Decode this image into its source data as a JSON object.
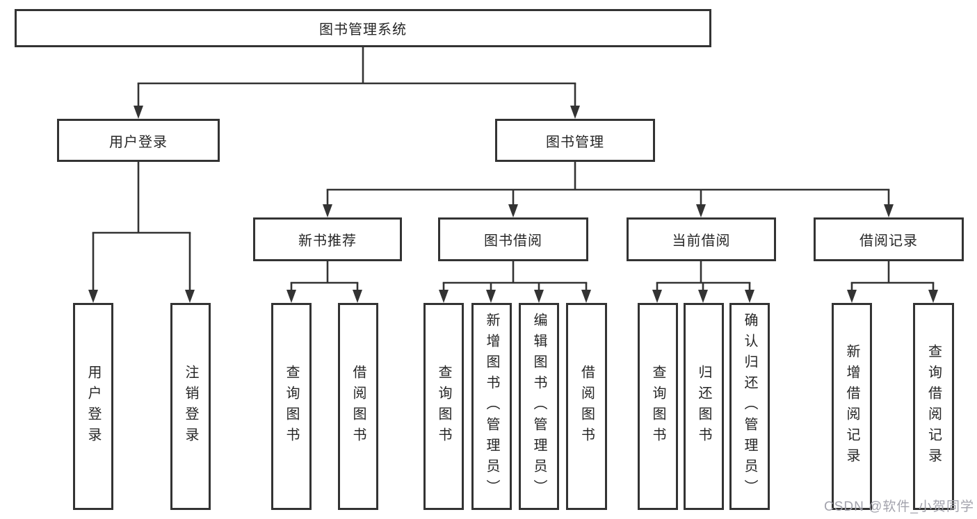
{
  "tree": {
    "root": {
      "label": "图书管理系统"
    },
    "branches": [
      {
        "label": "用户登录",
        "children": [
          {
            "label": "用户登录"
          },
          {
            "label": "注销登录"
          }
        ]
      },
      {
        "label": "图书管理",
        "children": [
          {
            "label": "新书推荐",
            "children": [
              {
                "label": "查询图书"
              },
              {
                "label": "借阅图书"
              }
            ]
          },
          {
            "label": "图书借阅",
            "children": [
              {
                "label": "查询图书"
              },
              {
                "label": "新增图书（管理员）"
              },
              {
                "label": "编辑图书（管理员）"
              },
              {
                "label": "借阅图书"
              }
            ]
          },
          {
            "label": "当前借阅",
            "children": [
              {
                "label": "查询图书"
              },
              {
                "label": "归还图书"
              },
              {
                "label": "确认归还（管理员）"
              }
            ]
          },
          {
            "label": "借阅记录",
            "children": [
              {
                "label": "新增借阅记录"
              },
              {
                "label": "查询借阅记录"
              }
            ]
          }
        ]
      }
    ]
  },
  "watermark": {
    "text": "CSDN @软件_小贺同学"
  },
  "colors": {
    "line": "#333333",
    "box_background": "#ffffff",
    "text": "#262626",
    "watermark": "#a3a3ad"
  }
}
